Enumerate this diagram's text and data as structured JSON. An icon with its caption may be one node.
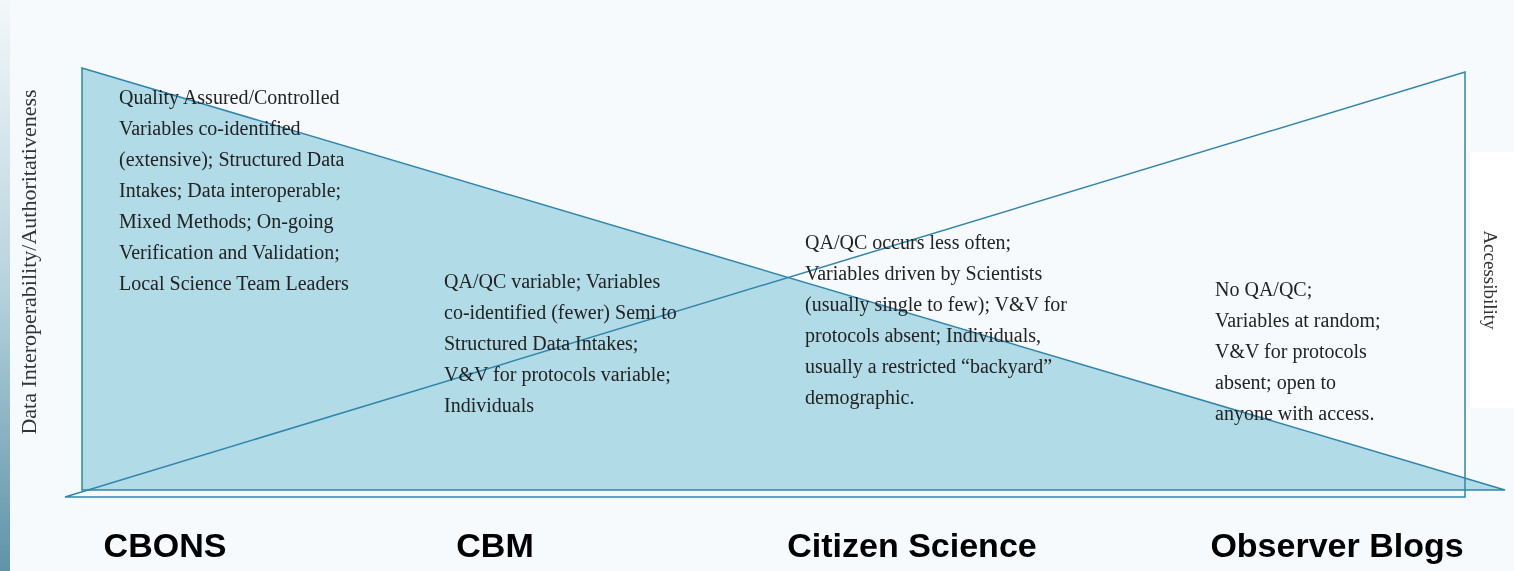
{
  "diagram": {
    "labels": [
      "Data Interoperability/Authoritativeness",
      "Quality Assured/Controlled Variables co-identified (extensive); Structured Data Intakes; Data interoperable; Mixed Methods; On-going Verification and Validation; Local Science Team Leaders",
      "QA/QC variable; Variables co-identified (fewer) Semi to Structured Data Intakes; V&V for protocols variable; Individuals",
      "QA/QC occurs less often; Variables driven by Scientists (usually single to few); V&V for protocols absent; Individuals, usually a restricted  “backyard” demographic.",
      "No QA/QC; Variables at random; V&V for protocols absent; open to anyone with access.",
      "Accessibility",
      "CBONS",
      "CBM",
      "Citizen Science",
      "Observer Blogs"
    ]
  }
}
